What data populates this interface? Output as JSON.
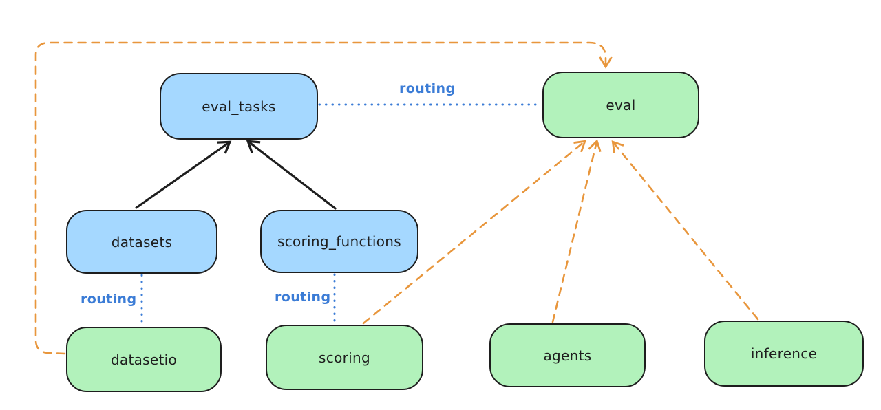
{
  "colors": {
    "background": "#ffffff",
    "stroke": "#1e1e1e",
    "node_blue": "#a5d8ff",
    "node_green": "#b2f2bb",
    "routing_blue": "#3b7cd6",
    "orange": "#e8963c"
  },
  "nodes": {
    "eval_tasks": {
      "label": "eval_tasks",
      "color": "blue"
    },
    "eval": {
      "label": "eval",
      "color": "green"
    },
    "datasets": {
      "label": "datasets",
      "color": "blue"
    },
    "scoring_functions": {
      "label": "scoring_functions",
      "color": "blue"
    },
    "datasetio": {
      "label": "datasetio",
      "color": "green"
    },
    "scoring": {
      "label": "scoring",
      "color": "green"
    },
    "agents": {
      "label": "agents",
      "color": "green"
    },
    "inference": {
      "label": "inference",
      "color": "green"
    }
  },
  "edge_labels": {
    "routing_top": "routing",
    "routing_left": "routing",
    "routing_mid": "routing"
  },
  "edges": [
    {
      "from": "datasets",
      "to": "eval_tasks",
      "style": "solid-black-arrow"
    },
    {
      "from": "scoring_functions",
      "to": "eval_tasks",
      "style": "solid-black-arrow"
    },
    {
      "from": "eval_tasks",
      "to": "eval",
      "style": "blue-dotted",
      "label": "routing"
    },
    {
      "from": "datasets",
      "to": "datasetio",
      "style": "blue-dotted",
      "label": "routing"
    },
    {
      "from": "scoring_functions",
      "to": "scoring",
      "style": "blue-dotted",
      "label": "routing"
    },
    {
      "from": "datasetio",
      "to": "eval",
      "style": "orange-dashed-arrow",
      "route": "left-top-loop"
    },
    {
      "from": "scoring",
      "to": "eval",
      "style": "orange-dashed-arrow"
    },
    {
      "from": "agents",
      "to": "eval",
      "style": "orange-dashed-arrow"
    },
    {
      "from": "inference",
      "to": "eval",
      "style": "orange-dashed-arrow"
    }
  ]
}
